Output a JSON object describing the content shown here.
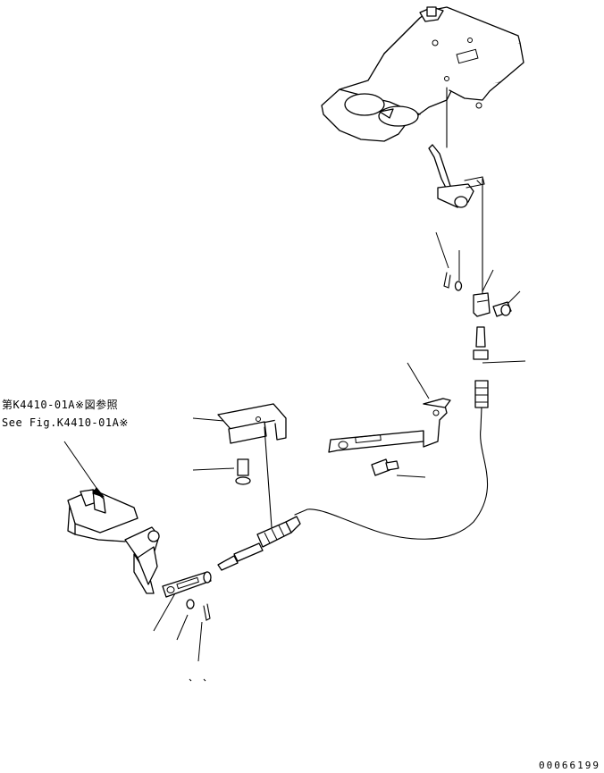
{
  "diagram": {
    "reference_note": {
      "line_jp": "第K4410-01A※図参照",
      "line_en": "See Fig.K4410-01A※"
    },
    "drawing_number": "00066199"
  }
}
